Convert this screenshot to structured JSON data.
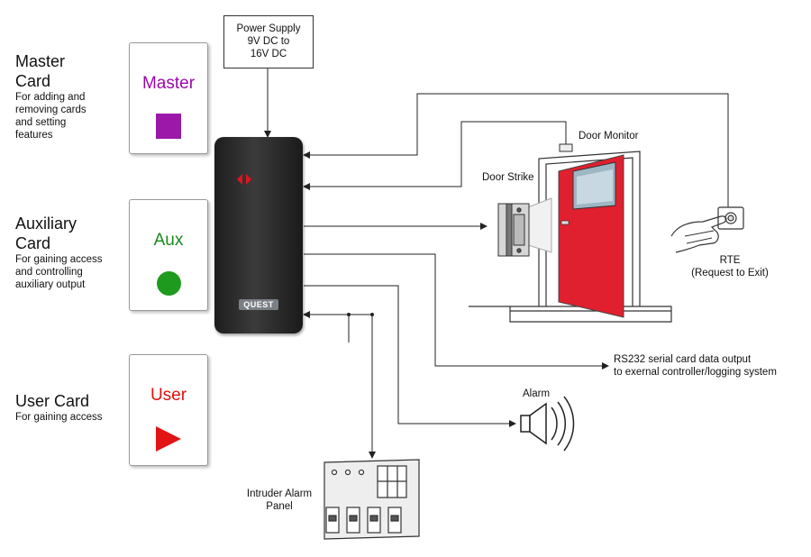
{
  "cards": {
    "master": {
      "title_line1": "Master",
      "title_line2": "Card",
      "desc_lines": [
        "For adding and",
        "removing  cards",
        "and setting",
        "features"
      ],
      "card_label": "Master",
      "label_color": "#9a0aa8",
      "symbol": "square",
      "symbol_color": "#9b18a8"
    },
    "auxiliary": {
      "title_line1": "Auxiliary",
      "title_line2": "Card",
      "desc_lines": [
        "For gaining access",
        "and controlling",
        "auxiliary output"
      ],
      "card_label": "Aux",
      "label_color": "#1a8a1a",
      "symbol": "circle",
      "symbol_color": "#1e9a1e"
    },
    "user": {
      "title_line1": "User Card",
      "desc_lines": [
        "For gaining access"
      ],
      "card_label": "User",
      "label_color": "#e01010",
      "symbol": "triangle",
      "symbol_color": "#e21414"
    }
  },
  "power_supply": {
    "lines": [
      "Power Supply",
      "9V DC to",
      "16V DC"
    ]
  },
  "reader": {
    "brand": "QUEST",
    "led_color": "#e0141e"
  },
  "labels": {
    "door_monitor": "Door Monitor",
    "door_strike": "Door Strike",
    "rte_line1": "RTE",
    "rte_line2": "(Request to Exit)",
    "rs232_line1": "RS232 serial card data output",
    "rs232_line2": "to exernal controller/logging system",
    "alarm": "Alarm",
    "intruder_line1": "Intruder Alarm",
    "intruder_line2": "Panel"
  },
  "colors": {
    "door_red": "#e0202e",
    "line": "#222222"
  }
}
